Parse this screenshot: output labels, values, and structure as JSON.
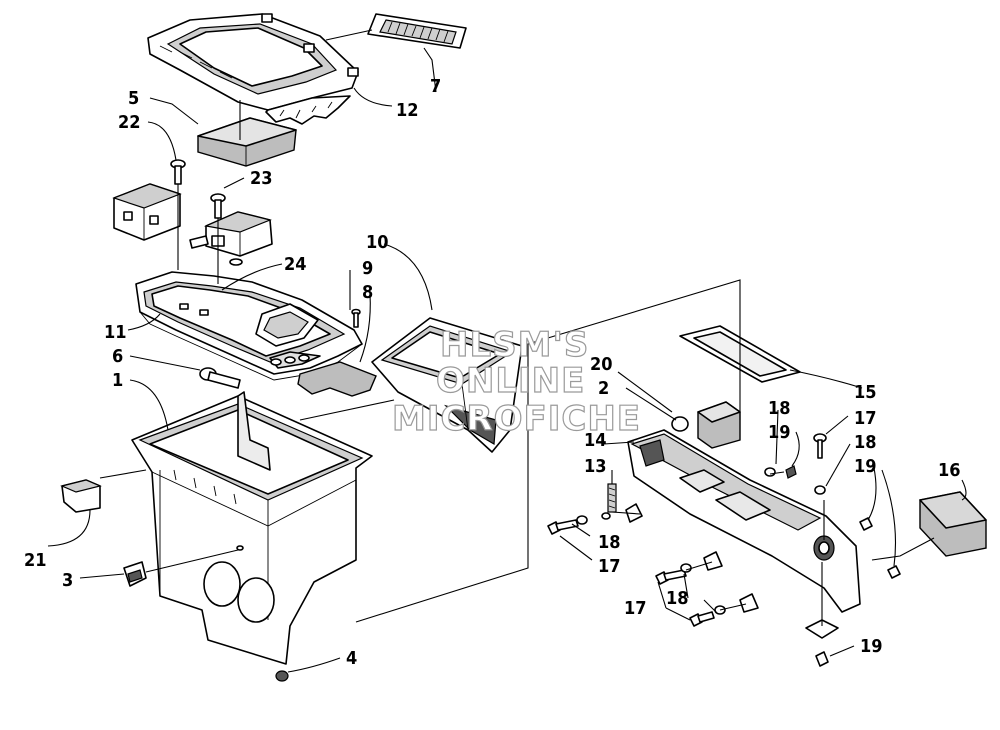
{
  "watermark": {
    "line1": "HLSM'S",
    "line2": "ONLINE",
    "line3": "MICROFICHE"
  },
  "callouts": {
    "c1": "1",
    "c2": "2",
    "c3": "3",
    "c4": "4",
    "c5": "5",
    "c6": "6",
    "c7": "7",
    "c8": "8",
    "c9": "9",
    "c10": "10",
    "c11": "11",
    "c12": "12",
    "c13": "13",
    "c14": "14",
    "c15": "15",
    "c16": "16",
    "c17a": "17",
    "c17b": "17",
    "c17c": "17",
    "c18a": "18",
    "c18b": "18",
    "c18c": "18",
    "c18d": "18",
    "c19a": "19",
    "c19b": "19",
    "c19c": "19",
    "c20": "20",
    "c21": "21",
    "c22": "22",
    "c23": "23",
    "c24": "24"
  }
}
